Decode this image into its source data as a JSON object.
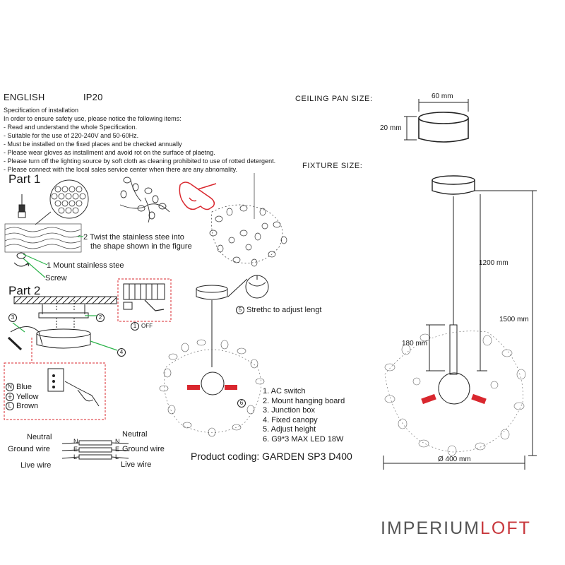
{
  "header": {
    "language": "ENGLISH",
    "ip_rating": "IP20",
    "ceiling_pan_size": "CEILING PAN  SIZE:",
    "fixture_size": "FIXTURE SIZE:"
  },
  "specification": {
    "lines": [
      "Specification of installation",
      "In order to ensure safety use, please notice the following items:",
      "- Read and understand the whole Specification.",
      "- Suitable for the use of 220-240V and 50-60Hz.",
      "- Must be installed on the fixed places and be checked annually",
      "- Please wear gloves as installment and avoid rot on the surface of plaetng.",
      "- Please turn off the lighting source by soft cloth as cleaning prohibited to use of rotted detergent.",
      "- Please connect with the local sales service center when there are any abnomality."
    ]
  },
  "part1": {
    "title": "Part 1",
    "step2": "2  Twist  the  stainless  stee  into",
    "step2b": "the shape shown in the figure",
    "step1": "1  Mount stainless stee",
    "screw": "Screw"
  },
  "part2": {
    "title": "Part 2",
    "off": "OFF",
    "callouts": [
      "1",
      "2",
      "3",
      "4"
    ],
    "wires": {
      "blue": "Blue",
      "yellow": "Yellow",
      "brown": "Brown",
      "blue_sym": "N",
      "yellow_sym": "⏚",
      "brown_sym": "L"
    }
  },
  "terminal": {
    "neutral_left": "Neutral",
    "ground_left": "Ground wire",
    "live_left": "Live wire",
    "neutral_right": "Neutral",
    "ground_right": "Ground wire",
    "live_right": "Live wire",
    "n": "N",
    "e": "E",
    "l": "L"
  },
  "adjust": {
    "label": "Strethc to adjust lengt",
    "num": "5",
    "num6": "6"
  },
  "legend": [
    "1. AC switch",
    "2. Mount hanging board",
    "3. Junction box",
    "4. Fixed canopy",
    "5. Adjust height",
    "6. G9*3 MAX LED 18W"
  ],
  "coding": "Product coding: GARDEN SP3 D400",
  "dimensions": {
    "pan_width": "60 mm",
    "pan_height": "20 mm",
    "cable": "1200 mm",
    "total": "1500 mm",
    "body": "180 mm",
    "diameter": "Ø 400 mm"
  },
  "brand": {
    "main": "IMPERIUM",
    "accent": "LOFT"
  },
  "colors": {
    "accent": "#c8383d",
    "line": "#222222",
    "red": "#d9272e"
  }
}
